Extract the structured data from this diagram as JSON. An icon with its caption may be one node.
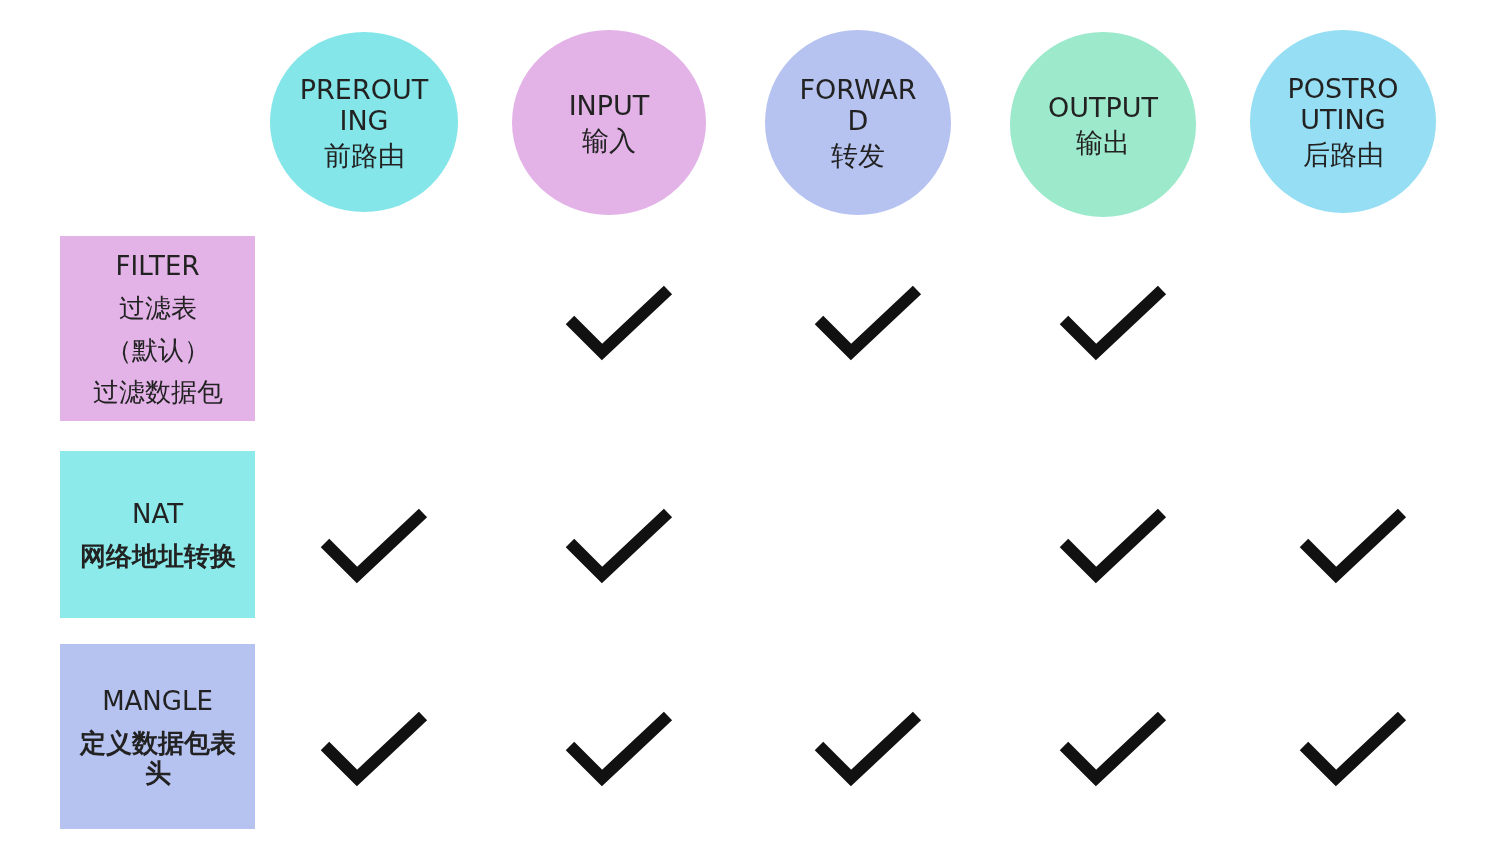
{
  "diagram": {
    "nodes": [
      {
        "text": [
          "PREROUTING",
          "前路由"
        ]
      },
      {
        "text": [
          "INPUT",
          "输入"
        ]
      },
      {
        "text": [
          "FORWARD",
          "转发"
        ]
      },
      {
        "text": [
          "OUTPUT",
          "输出"
        ]
      },
      {
        "text": [
          "POSTROUTING",
          "后路由"
        ]
      },
      {
        "text": [
          "FILTER",
          "过滤表",
          "（默认）",
          "过滤数据包"
        ]
      },
      {
        "text": [
          "NAT",
          "网络地址转换"
        ]
      },
      {
        "text": [
          "MANGLE",
          "定义数据包表头"
        ]
      },
      {
        "text": [],
        "shape": "check"
      },
      {
        "text": [],
        "shape": "check"
      },
      {
        "text": [],
        "shape": "check"
      },
      {
        "text": [],
        "shape": "check"
      },
      {
        "text": [],
        "shape": "check"
      },
      {
        "text": [],
        "shape": "check"
      },
      {
        "text": [],
        "shape": "check"
      },
      {
        "text": [],
        "shape": "check"
      },
      {
        "text": [],
        "shape": "check"
      },
      {
        "text": [],
        "shape": "check"
      },
      {
        "text": [],
        "shape": "check"
      },
      {
        "text": [],
        "shape": "check"
      }
    ]
  }
}
